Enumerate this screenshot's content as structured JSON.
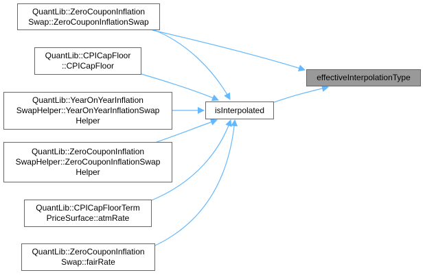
{
  "diagram": {
    "type": "doxygen-caller-graph",
    "edge_color": "#63b8ff",
    "focus_fill": "#999999",
    "node_border": "#666666",
    "nodes": [
      {
        "id": "n1",
        "label": "QuantLib::ZeroCouponInflation\nSwap::ZeroCouponInflationSwap"
      },
      {
        "id": "n2",
        "label": "QuantLib::CPICapFloor\n::CPICapFloor"
      },
      {
        "id": "n3",
        "label": "QuantLib::YearOnYearInflation\nSwapHelper::YearOnYearInflationSwap\nHelper"
      },
      {
        "id": "n4",
        "label": "QuantLib::ZeroCouponInflation\nSwapHelper::ZeroCouponInflationSwap\nHelper"
      },
      {
        "id": "n5",
        "label": "QuantLib::CPICapFloorTerm\nPriceSurface::atmRate"
      },
      {
        "id": "n6",
        "label": "QuantLib::ZeroCouponInflation\nSwap::fairRate"
      },
      {
        "id": "mid",
        "label": "isInterpolated"
      },
      {
        "id": "focus",
        "label": "effectiveInterpolationType"
      }
    ],
    "edges": [
      {
        "from": "n1",
        "to": "focus"
      },
      {
        "from": "n1",
        "to": "mid"
      },
      {
        "from": "n2",
        "to": "mid"
      },
      {
        "from": "n3",
        "to": "mid"
      },
      {
        "from": "n4",
        "to": "mid"
      },
      {
        "from": "n5",
        "to": "mid"
      },
      {
        "from": "n6",
        "to": "mid"
      },
      {
        "from": "mid",
        "to": "focus"
      }
    ]
  }
}
